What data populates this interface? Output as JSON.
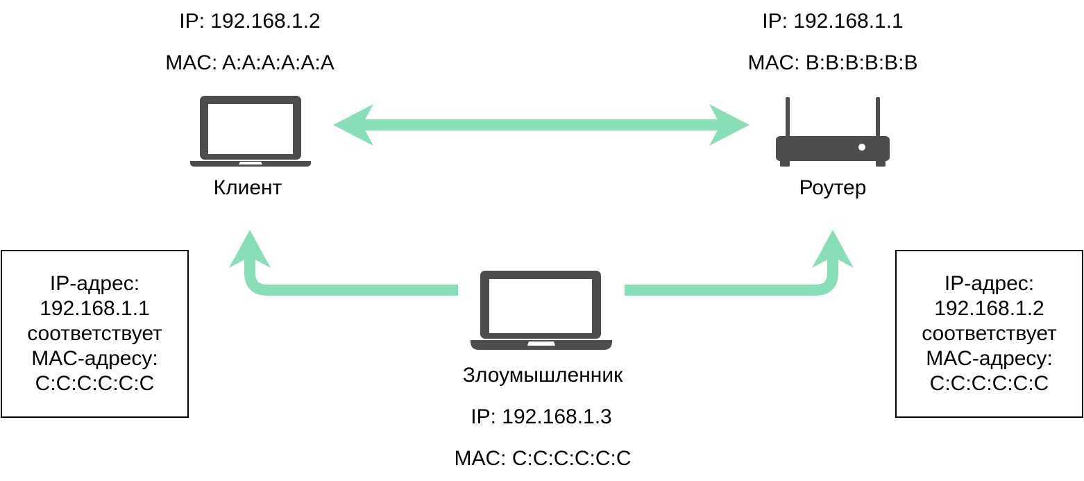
{
  "colors": {
    "arrow": "#88dfb7",
    "icon": "#4d4d4d"
  },
  "client": {
    "ip": "IP: 192.168.1.2",
    "mac": "MAC: A:A:A:A:A:A",
    "label": "Клиент",
    "icon": "laptop-icon"
  },
  "router": {
    "ip": "IP: 192.168.1.1",
    "mac": "MAC: B:B:B:B:B:B",
    "label": "Роутер",
    "icon": "router-icon"
  },
  "attacker": {
    "label": "Злоумышленник",
    "ip": "IP: 192.168.1.3",
    "mac": "MAC: C:C:C:C:C:C",
    "icon": "laptop-icon"
  },
  "left_box": {
    "lines": [
      "IP-адрес:",
      "192.168.1.1",
      "соответствует",
      "MAC-адресу:",
      "C:C:C:C:C:C"
    ]
  },
  "right_box": {
    "lines": [
      "IP-адрес:",
      "192.168.1.2",
      "соответствует",
      "MAC-адресу:",
      "C:C:C:C:C:C"
    ]
  }
}
